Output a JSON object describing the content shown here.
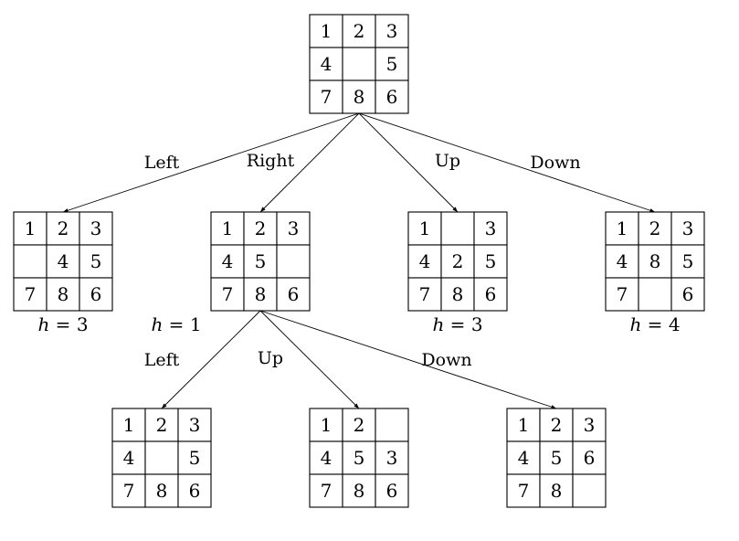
{
  "boards": [
    {
      "id": "root",
      "cells": [
        [
          "1",
          "2",
          "3"
        ],
        [
          "4",
          "",
          "5"
        ],
        [
          "7",
          "8",
          "6"
        ]
      ]
    },
    {
      "id": "left",
      "cells": [
        [
          "1",
          "2",
          "3"
        ],
        [
          "",
          "4",
          "5"
        ],
        [
          "7",
          "8",
          "6"
        ]
      ],
      "h": "3"
    },
    {
      "id": "right",
      "cells": [
        [
          "1",
          "2",
          "3"
        ],
        [
          "4",
          "5",
          ""
        ],
        [
          "7",
          "8",
          "6"
        ]
      ],
      "h": "1"
    },
    {
      "id": "up",
      "cells": [
        [
          "1",
          "",
          "3"
        ],
        [
          "4",
          "2",
          "5"
        ],
        [
          "7",
          "8",
          "6"
        ]
      ],
      "h": "3"
    },
    {
      "id": "down",
      "cells": [
        [
          "1",
          "2",
          "3"
        ],
        [
          "4",
          "8",
          "5"
        ],
        [
          "7",
          "",
          "6"
        ]
      ],
      "h": "4"
    },
    {
      "id": "right-left",
      "cells": [
        [
          "1",
          "2",
          "3"
        ],
        [
          "4",
          "",
          "5"
        ],
        [
          "7",
          "8",
          "6"
        ]
      ]
    },
    {
      "id": "right-up",
      "cells": [
        [
          "1",
          "2",
          ""
        ],
        [
          "4",
          "5",
          "3"
        ],
        [
          "7",
          "8",
          "6"
        ]
      ]
    },
    {
      "id": "right-down",
      "cells": [
        [
          "1",
          "2",
          "3"
        ],
        [
          "4",
          "5",
          "6"
        ],
        [
          "7",
          "8",
          ""
        ]
      ]
    }
  ],
  "edges": [
    {
      "from": "root",
      "to": "left",
      "label": "Left"
    },
    {
      "from": "root",
      "to": "right",
      "label": "Right"
    },
    {
      "from": "root",
      "to": "up",
      "label": "Up"
    },
    {
      "from": "root",
      "to": "down",
      "label": "Down"
    },
    {
      "from": "right",
      "to": "right-left",
      "label": "Left"
    },
    {
      "from": "right",
      "to": "right-up",
      "label": "Up"
    },
    {
      "from": "right",
      "to": "right-down",
      "label": "Down"
    }
  ],
  "h_prefix": "h",
  "h_equals": " = "
}
